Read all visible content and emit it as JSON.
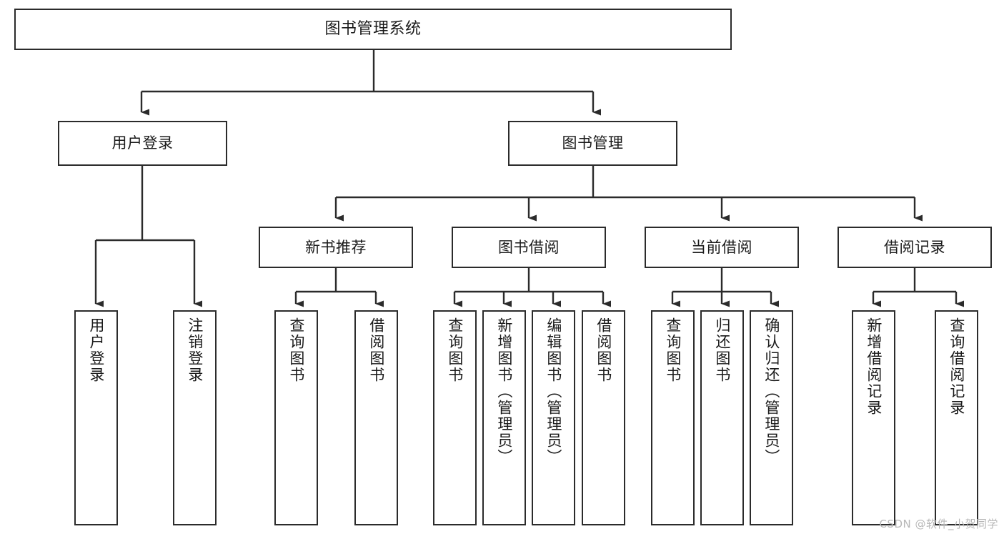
{
  "diagram": {
    "type": "tree-hierarchy-chart",
    "title": "图书管理系统",
    "watermark": "CSDN @软件_小贺同学",
    "colors": {
      "stroke": "#2b2b2b",
      "fill": "#ffffff",
      "text": "#1a1a1a",
      "watermark": "#b7b7b7"
    },
    "nodes": {
      "root": {
        "label": "图书管理系统"
      },
      "level2": [
        {
          "id": "user-login",
          "label": "用户登录"
        },
        {
          "id": "book-manage",
          "label": "图书管理"
        }
      ],
      "level3": [
        {
          "id": "new-book-recommend",
          "label": "新书推荐"
        },
        {
          "id": "book-borrow",
          "label": "图书借阅"
        },
        {
          "id": "current-borrow",
          "label": "当前借阅"
        },
        {
          "id": "borrow-record",
          "label": "借阅记录"
        }
      ],
      "leaves": {
        "user-login": [
          {
            "id": "leaf-user-login",
            "label": "用户登录"
          },
          {
            "id": "leaf-user-logout",
            "label": "注销登录"
          }
        ],
        "new-book-recommend": [
          {
            "id": "leaf-query-book-1",
            "label": "查询图书"
          },
          {
            "id": "leaf-borrow-book-1",
            "label": "借阅图书"
          }
        ],
        "book-borrow": [
          {
            "id": "leaf-query-book-2",
            "label": "查询图书"
          },
          {
            "id": "leaf-add-book",
            "label": "新增图书（管理员）"
          },
          {
            "id": "leaf-edit-book",
            "label": "编辑图书（管理员）"
          },
          {
            "id": "leaf-borrow-book-2",
            "label": "借阅图书"
          }
        ],
        "current-borrow": [
          {
            "id": "leaf-query-book-3",
            "label": "查询图书"
          },
          {
            "id": "leaf-return-book",
            "label": "归还图书"
          },
          {
            "id": "leaf-confirm-return",
            "label": "确认归还（管理员）"
          }
        ],
        "borrow-record": [
          {
            "id": "leaf-add-record",
            "label": "新增借阅记录"
          },
          {
            "id": "leaf-query-record",
            "label": "查询借阅记录"
          }
        ]
      }
    }
  }
}
